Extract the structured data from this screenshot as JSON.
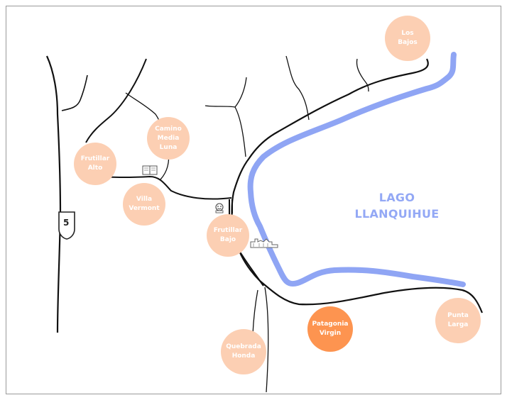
{
  "map": {
    "lake": {
      "name_line1": "LAGO",
      "name_line2": "LLANQUIHUE",
      "color": "#8fa5f4"
    },
    "route_shield": {
      "number": "5"
    },
    "places": [
      {
        "id": "los-bajos",
        "line1": "Los",
        "line2": "Bajos",
        "style": "plain"
      },
      {
        "id": "camino-media-luna",
        "line1": "Camino",
        "line2": "Media",
        "line3": "Luna",
        "style": "plain"
      },
      {
        "id": "frutillar-alto",
        "line1": "Frutillar",
        "line2": "Alto",
        "style": "plain"
      },
      {
        "id": "villa-vermont",
        "line1": "Villa",
        "line2": "Vermont",
        "style": "plain"
      },
      {
        "id": "frutillar-bajo",
        "line1": "Frutillar",
        "line2": "Bajo",
        "style": "plain"
      },
      {
        "id": "patagonia-virgin",
        "line1": "Patagonia",
        "line2": "Virgin",
        "style": "highlight"
      },
      {
        "id": "punta-larga",
        "line1": "Punta",
        "line2": "Larga",
        "style": "plain"
      },
      {
        "id": "quebrada-honda",
        "line1": "Quebrada",
        "line2": "Honda",
        "style": "plain"
      }
    ],
    "icons": [
      "book-icon",
      "museum-icon",
      "theater-icon"
    ],
    "colors": {
      "place": "#fccfb3",
      "highlight": "#fd9450",
      "road": "#111111",
      "frame": "#9a9a9a"
    }
  }
}
